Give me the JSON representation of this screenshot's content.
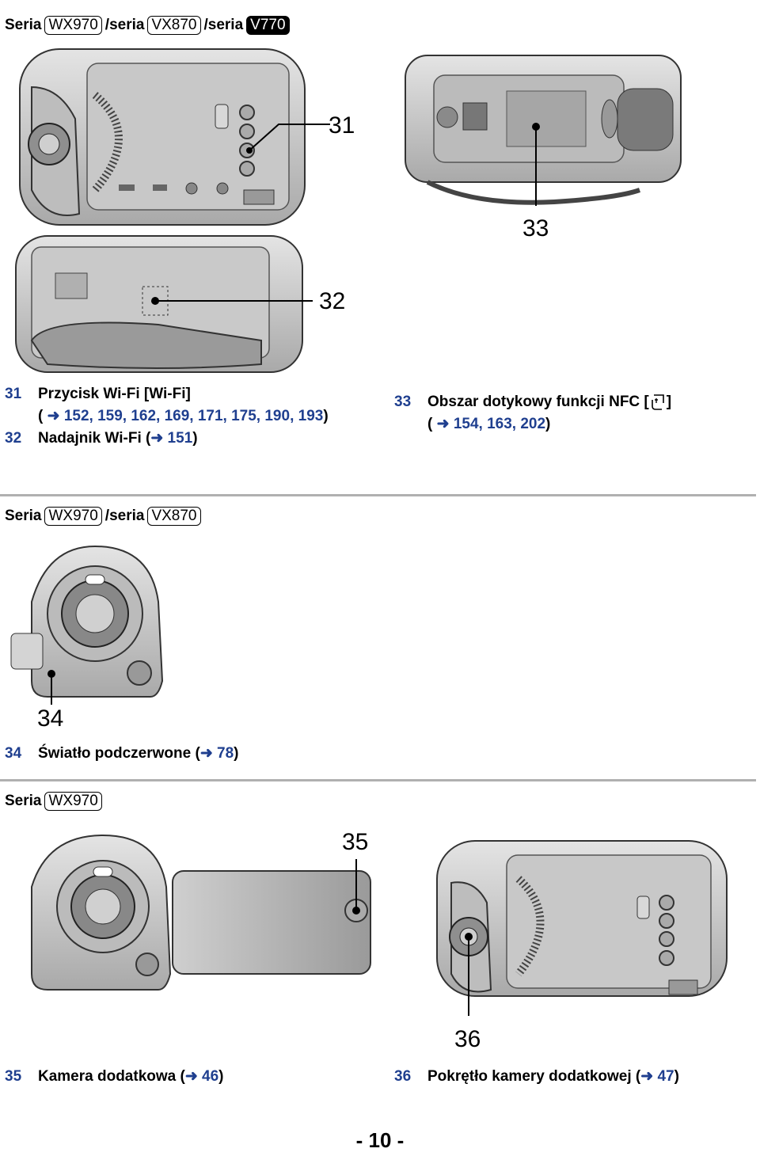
{
  "section1": {
    "prefix": "Seria",
    "badge1": "WX970",
    "sep1": "/seria",
    "badge2": "VX870",
    "sep2": "/seria",
    "badge3": "V770"
  },
  "callouts1": {
    "c31": "31",
    "c32": "32",
    "c33": "33"
  },
  "items1": [
    {
      "num": "31",
      "title": "Przycisk Wi-Fi [Wi-Fi]",
      "refs": "152, 159, 162, 169, 171, 175, 190, 193"
    },
    {
      "num": "32",
      "title": "Nadajnik Wi-Fi (",
      "refs": "151"
    },
    {
      "num": "33",
      "title": "Obszar dotykowy funkcji NFC [",
      "title_end": "]",
      "refs": "154, 163, 202"
    }
  ],
  "section2": {
    "prefix": "Seria",
    "badge1": "WX970",
    "sep1": "/seria",
    "badge2": "VX870"
  },
  "callouts2": {
    "c34": "34"
  },
  "items2": [
    {
      "num": "34",
      "title": "Światło podczerwone (",
      "refs": "78"
    }
  ],
  "section3": {
    "prefix": "Seria",
    "badge1": "WX970"
  },
  "callouts3": {
    "c35": "35",
    "c36": "36"
  },
  "items3": [
    {
      "num": "35",
      "title": "Kamera dodatkowa (",
      "refs": "46"
    },
    {
      "num": "36",
      "title": "Pokrętło kamery dodatkowej (",
      "refs": "47"
    }
  ],
  "page_number": "- 10 -",
  "icons": [
    "arrow-ref-icon",
    "nfc-touch-icon"
  ]
}
